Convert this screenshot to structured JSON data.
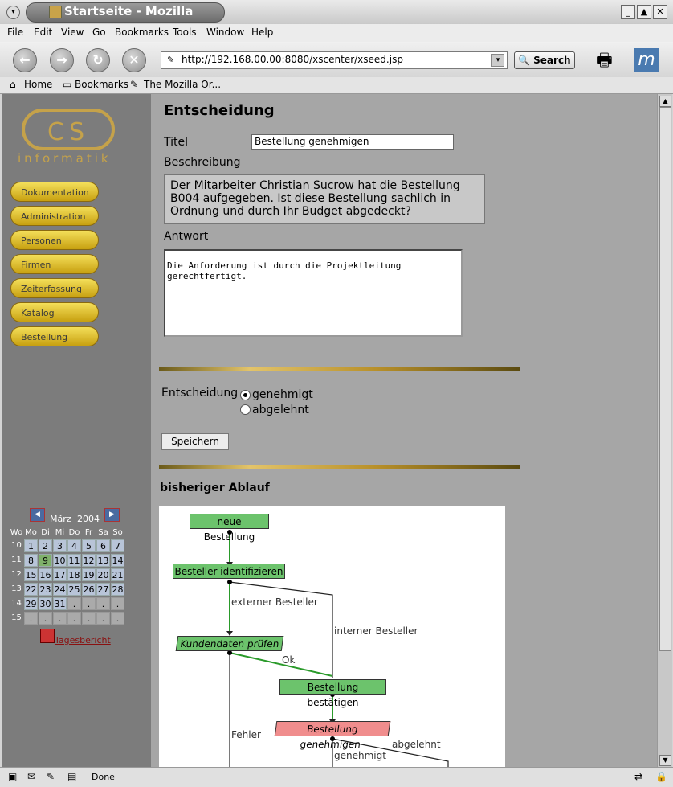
{
  "window": {
    "title": "Startseite - Mozilla"
  },
  "menu": [
    "File",
    "Edit",
    "View",
    "Go",
    "Bookmarks",
    "Tools",
    "Window",
    "Help"
  ],
  "nav": {
    "url": "http://192.168.00.00:8080/xscenter/xseed.jsp",
    "search_label": "Search"
  },
  "bookmarks": {
    "home": "Home",
    "bookmarks": "Bookmarks",
    "mozilla": "The Mozilla Or..."
  },
  "logo": {
    "letters": "CS",
    "sub": "informatik"
  },
  "sidebar_nav": [
    "Dokumentation",
    "Administration",
    "Personen",
    "Firmen",
    "Zeiterfassung",
    "Katalog",
    "Bestellung"
  ],
  "form": {
    "heading": "Entscheidung",
    "titel_label": "Titel",
    "titel_value": "Bestellung genehmigen",
    "beschreibung_label": "Beschreibung",
    "beschreibung_text": "Der Mitarbeiter Christian Sucrow hat die Bestellung B004 aufgegeben. Ist diese Bestellung sachlich in Ordnung und durch Ihr Budget abgedeckt?",
    "antwort_label": "Antwort",
    "antwort_value": "Die Anforderung ist durch die Projektleitung\ngerechtfertigt.",
    "entscheidung_label": "Entscheidung",
    "option_approved": "genehmigt",
    "option_rejected": "abgelehnt",
    "selected": "genehmigt",
    "save_label": "Speichern",
    "history_heading": "bisheriger Ablauf"
  },
  "calendar": {
    "month": "März",
    "year": "2004",
    "headers": [
      "Wo",
      "Mo",
      "Di",
      "Mi",
      "Do",
      "Fr",
      "Sa",
      "So"
    ],
    "weeks": [
      {
        "wk": "10",
        "days": [
          "1",
          "2",
          "3",
          "4",
          "5",
          "6",
          "7"
        ]
      },
      {
        "wk": "11",
        "days": [
          "8",
          "9",
          "10",
          "11",
          "12",
          "13",
          "14"
        ]
      },
      {
        "wk": "12",
        "days": [
          "15",
          "16",
          "17",
          "18",
          "19",
          "20",
          "21"
        ]
      },
      {
        "wk": "13",
        "days": [
          "22",
          "23",
          "24",
          "25",
          "26",
          "27",
          "28"
        ]
      },
      {
        "wk": "14",
        "days": [
          "29",
          "30",
          "31",
          ".",
          ".",
          ".",
          "."
        ]
      },
      {
        "wk": "15",
        "days": [
          ".",
          ".",
          ".",
          ".",
          ".",
          ".",
          "."
        ]
      }
    ],
    "today": "9",
    "report_link": "Tagesbericht"
  },
  "diagram": {
    "nodes": {
      "n1": "neue Bestellung",
      "n2": "Besteller identifizieren",
      "n3": "Kundendaten prüfen",
      "n4": "Bestellung bestätigen",
      "n5": "Bestellung genehmigen"
    },
    "edges": {
      "e1": "externer Besteller",
      "e2": "interner Besteller",
      "e3": "Ok",
      "e4": "Fehler",
      "e5": "abgelehnt",
      "e6": "genehmigt"
    }
  },
  "status": {
    "text": "Done"
  }
}
